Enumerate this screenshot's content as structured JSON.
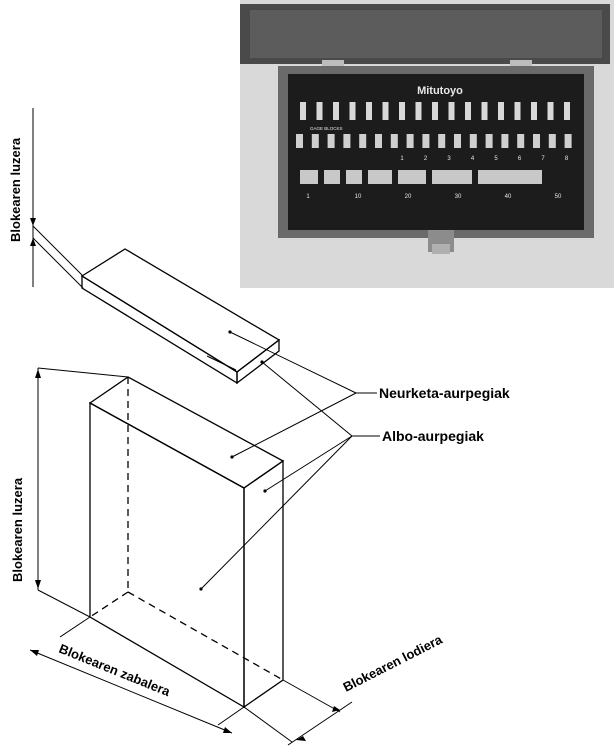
{
  "labels": {
    "neurketa": "Neurketa-aurpegiak",
    "albo": "Albo-aurpegiak",
    "luzera_small": "Blokearen luzera",
    "luzera_big": "Blokearen luzera",
    "zabalera": "Blokearen zabalera",
    "lodiera": "Blokearen lodiera"
  },
  "photo": {
    "brand": "Mitutoyo",
    "row1_title": "GAGE BLOCKS",
    "row2_marks": [
      "1",
      "2",
      "3",
      "4",
      "5",
      "6",
      "7",
      "8"
    ],
    "row3_marks": [
      "1",
      "10",
      "20",
      "30",
      "40",
      "50"
    ]
  }
}
